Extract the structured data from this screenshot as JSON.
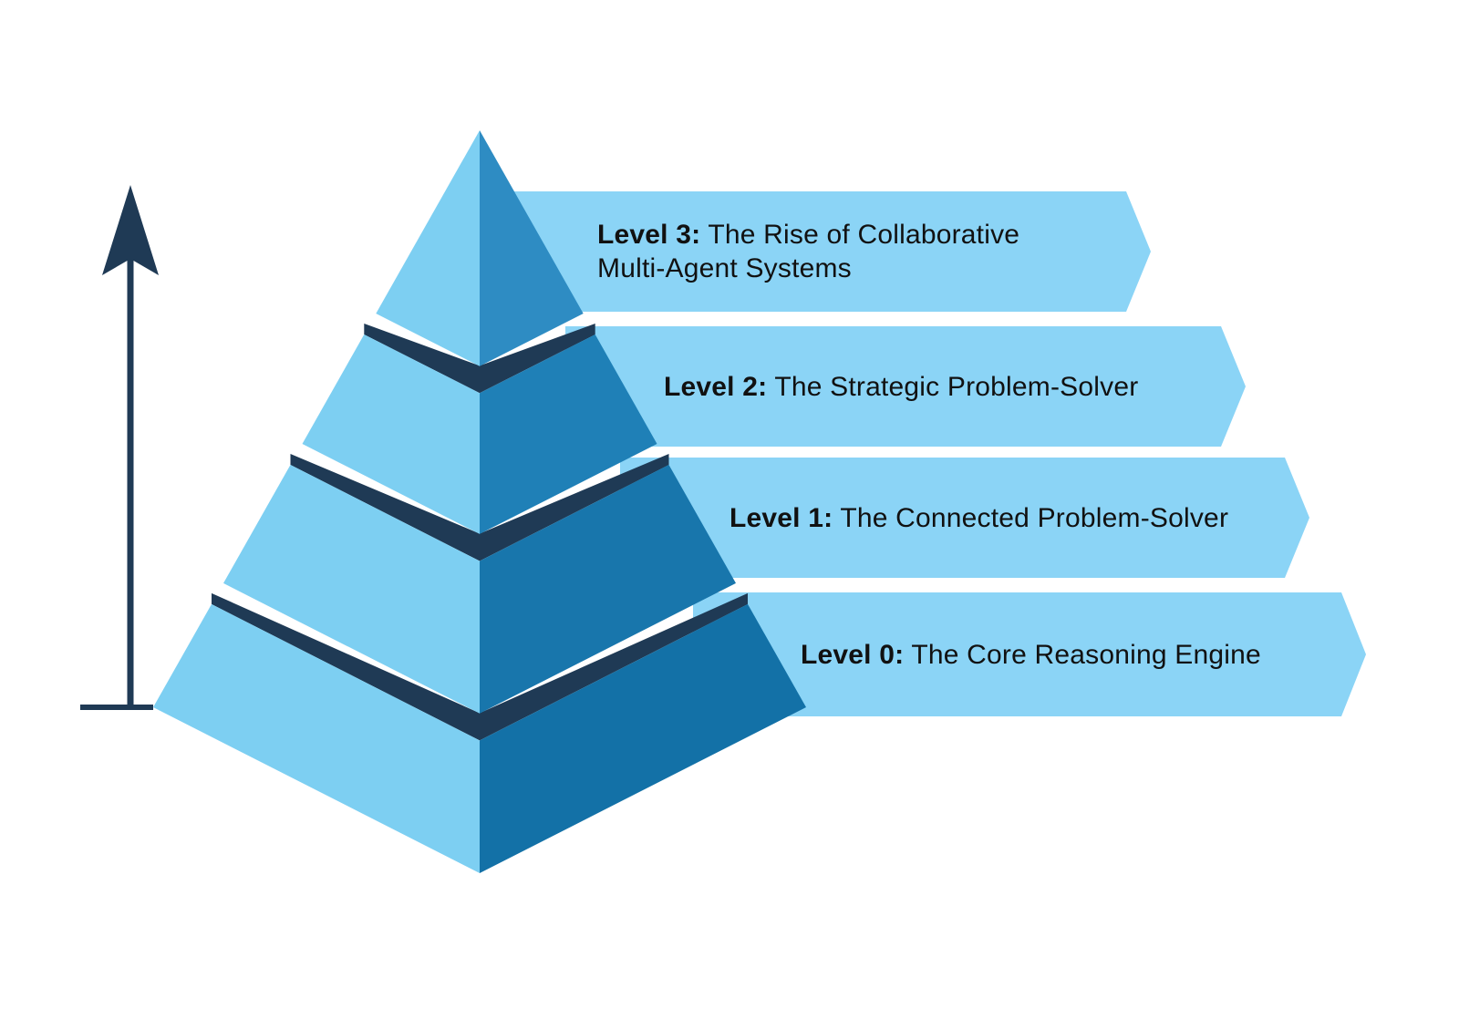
{
  "colors": {
    "background": "#ffffff",
    "navy": "#1f3a55",
    "pyramid_left_face": "#7dcff2",
    "pyramid_right_face_level3": "#2e8cc3",
    "pyramid_right_face_level2": "#1f80b7",
    "pyramid_right_face_level1": "#1876ac",
    "pyramid_right_face_level0": "#1371a7",
    "banner_fill": "#8bd4f6",
    "text": "#111111"
  },
  "axis": {
    "description": "upward growth arrow with baseline"
  },
  "banners": {
    "items": [
      {
        "label": "Level 3:",
        "text": "The Rise of Collaborative Multi-Agent Systems"
      },
      {
        "label": "Level 2:",
        "text": "The Strategic Problem-Solver"
      },
      {
        "label": "Level 1:",
        "text": "The Connected Problem-Solver"
      },
      {
        "label": "Level 0:",
        "text": "The Core Reasoning Engine"
      }
    ]
  }
}
